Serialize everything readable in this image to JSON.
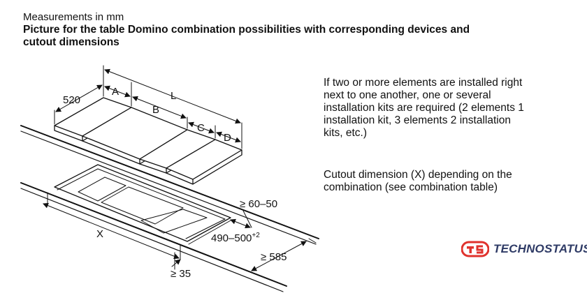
{
  "header": {
    "subtitle": "Measurements in mm",
    "title_line1": "Picture for the table Domino combination possibilities with corresponding devices and",
    "title_line2": "cutout dimensions"
  },
  "notes": {
    "installation_kits": [
      "If two or more elements are installed right",
      "next to one another, one or several",
      "installation kits are required (2 elements 1",
      "installation kit, 3 elements 2 installation",
      "kits, etc.)"
    ],
    "cutout": [
      "Cutout dimension (X) depending on the",
      "combination (see combination table)"
    ]
  },
  "dimensions": {
    "depth": "520",
    "a": "A",
    "b": "B",
    "c": "C",
    "d": "D",
    "total": "L",
    "cutout_width": "X",
    "edge_distance": "≥ 60–50",
    "cutout_depth": "490–500",
    "cutout_depth_tolerance": "+2",
    "min_front": "≥ 35",
    "worktop_depth": "≥ 585"
  },
  "logo": {
    "text": "TECHNOSTATUS",
    "color": "#e0322d",
    "text_color": "#2f3b66"
  }
}
